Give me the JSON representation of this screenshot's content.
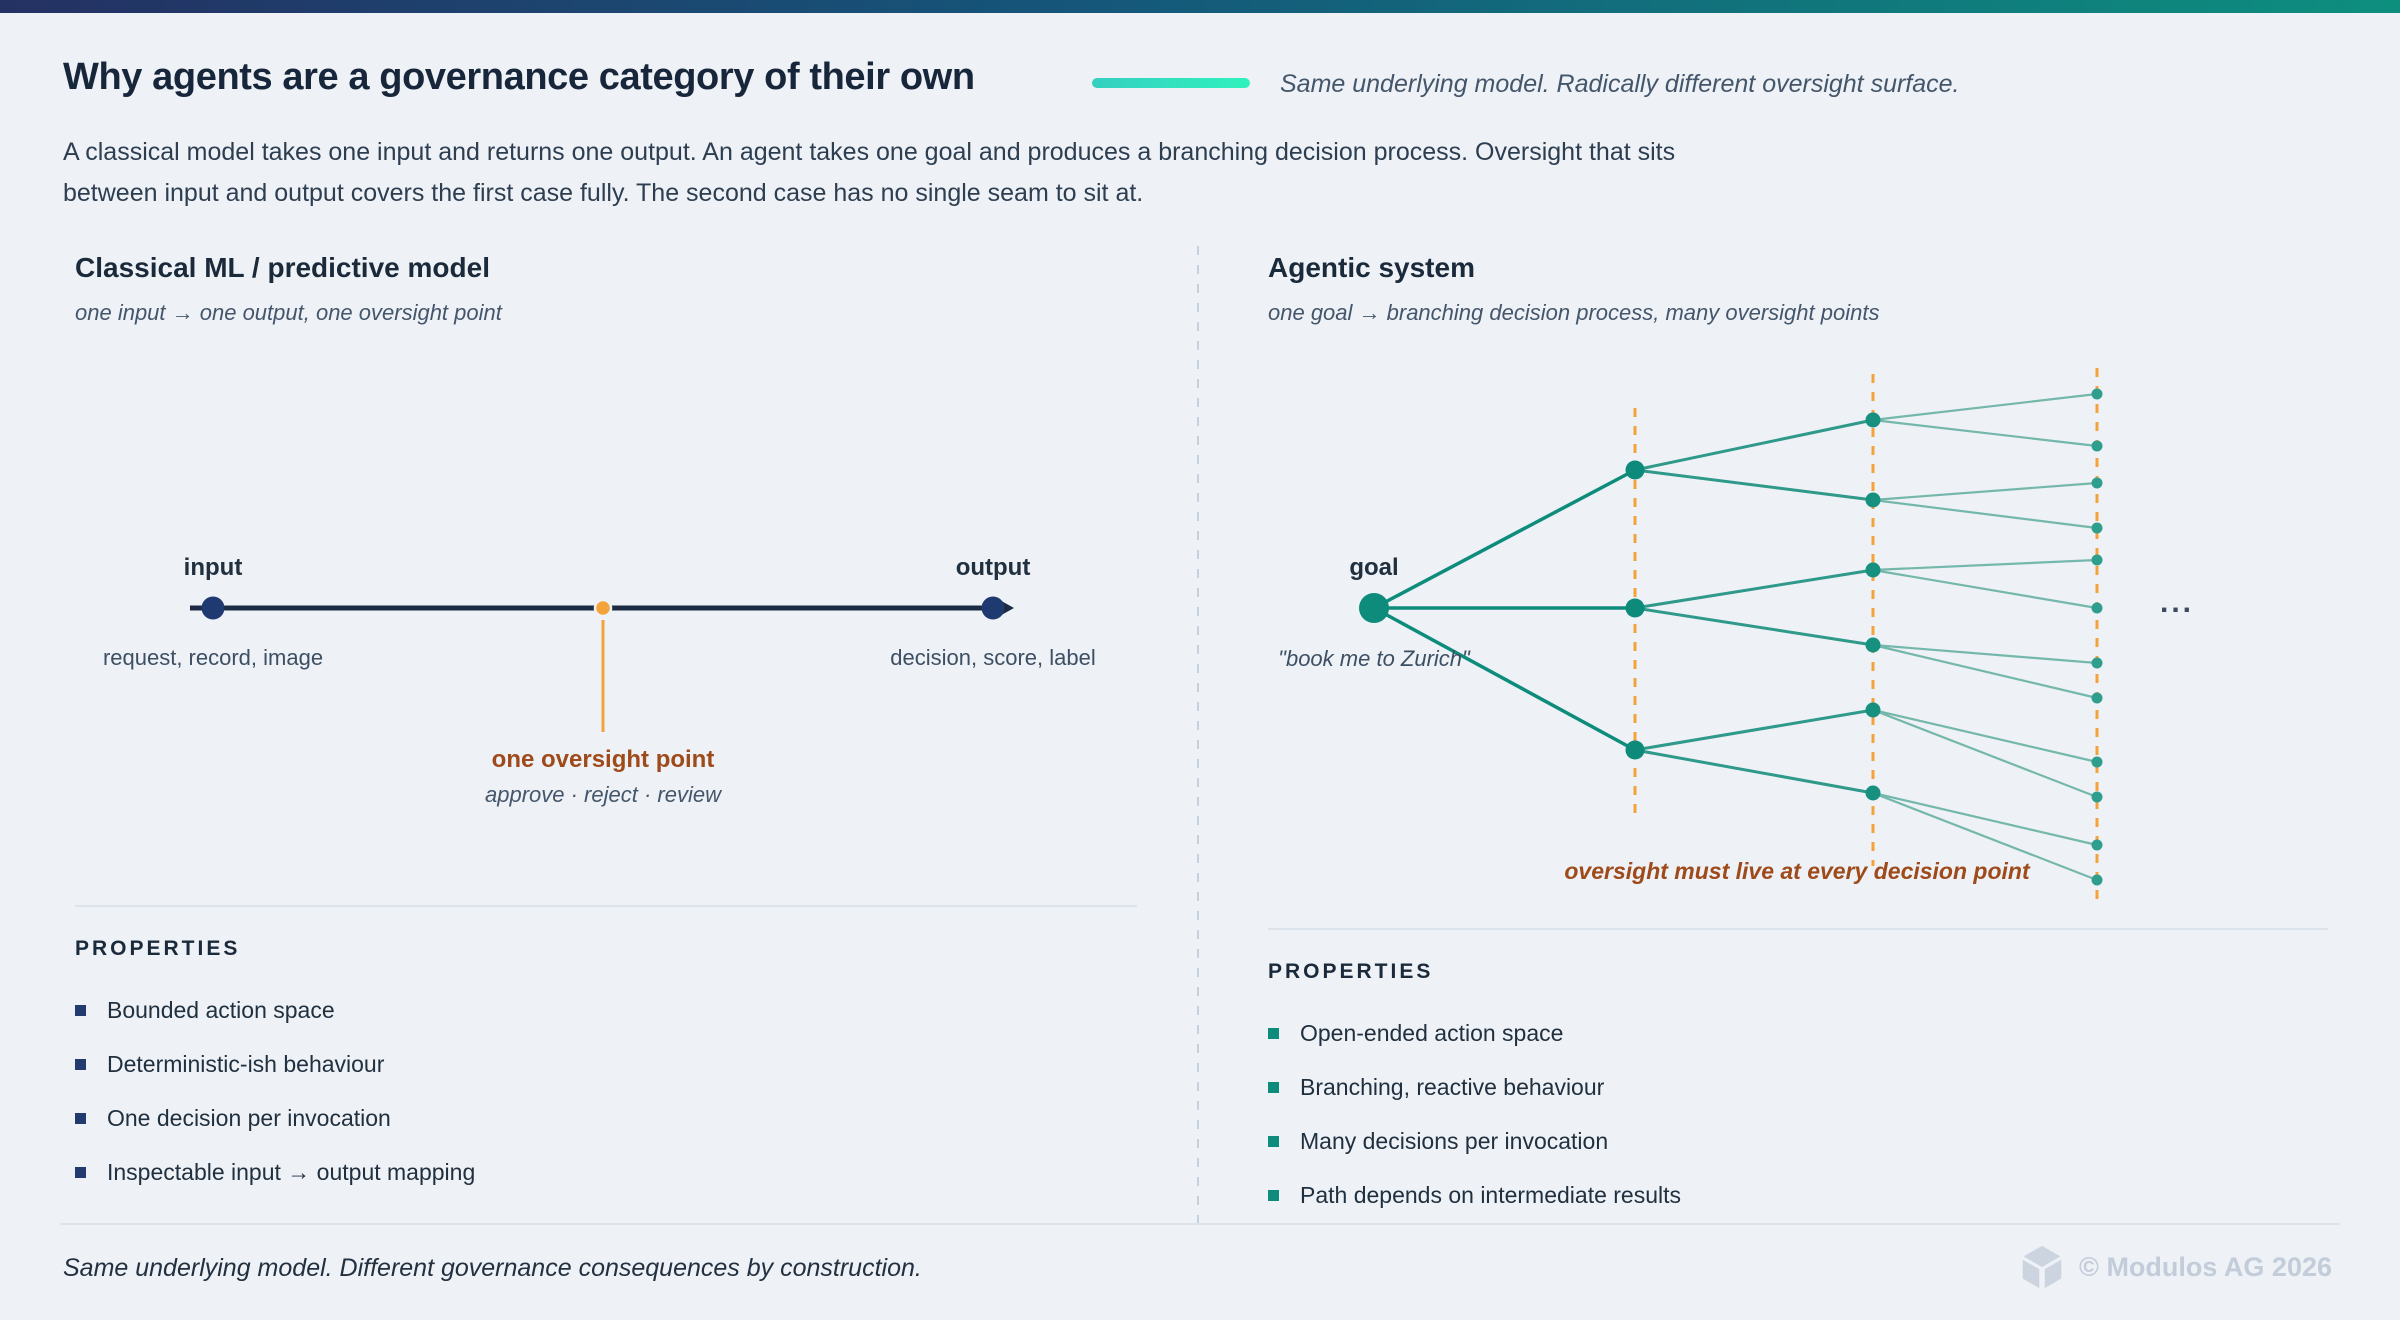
{
  "header": {
    "title": "Why agents are a governance category of their own",
    "tagline": "Same underlying model. Radically different oversight surface.",
    "intro_line1": "A classical model takes one input and returns one output. An agent takes one goal and produces a branching decision process. Oversight that sits",
    "intro_line2": "between input and output covers the first case fully. The second case has no single seam to sit at."
  },
  "left_panel": {
    "title": "Classical ML / predictive model",
    "subtitle": "one input → one output, one oversight point",
    "diagram": {
      "input_label": "input",
      "input_caption": "request, record, image",
      "output_label": "output",
      "output_caption": "decision, score, label",
      "oversight_label": "one oversight point",
      "oversight_caption": "approve · reject · review"
    },
    "properties_title": "PROPERTIES",
    "properties": [
      "Bounded action space",
      "Deterministic-ish behaviour",
      "One decision per invocation",
      "Inspectable input → output mapping"
    ]
  },
  "right_panel": {
    "title": "Agentic system",
    "subtitle": "one goal → branching decision process, many oversight points",
    "diagram": {
      "goal_label": "goal",
      "goal_caption": "\"book me to Zurich\"",
      "ellipsis": "...",
      "caption": "oversight must live at every decision point"
    },
    "properties_title": "PROPERTIES",
    "properties": [
      "Open-ended action space",
      "Branching, reactive behaviour",
      "Many decisions per invocation",
      "Path depends on intermediate results"
    ]
  },
  "footer": {
    "note": "Same underlying model. Different governance consequences by construction.",
    "copyright": "© Modulos AG 2026"
  },
  "colors": {
    "background": "#eef1f6",
    "topbar_from": "#243163",
    "topbar_to": "#0d8f7e",
    "accent_dash_from": "#35cfc0",
    "accent_dash_to": "#2ff2bd",
    "navy_node": "#1e3a70",
    "timeline_line": "#1c2b44",
    "orange": "#f3a33a",
    "rust": "#9e4a1a",
    "teal": "#0d8c7c"
  }
}
